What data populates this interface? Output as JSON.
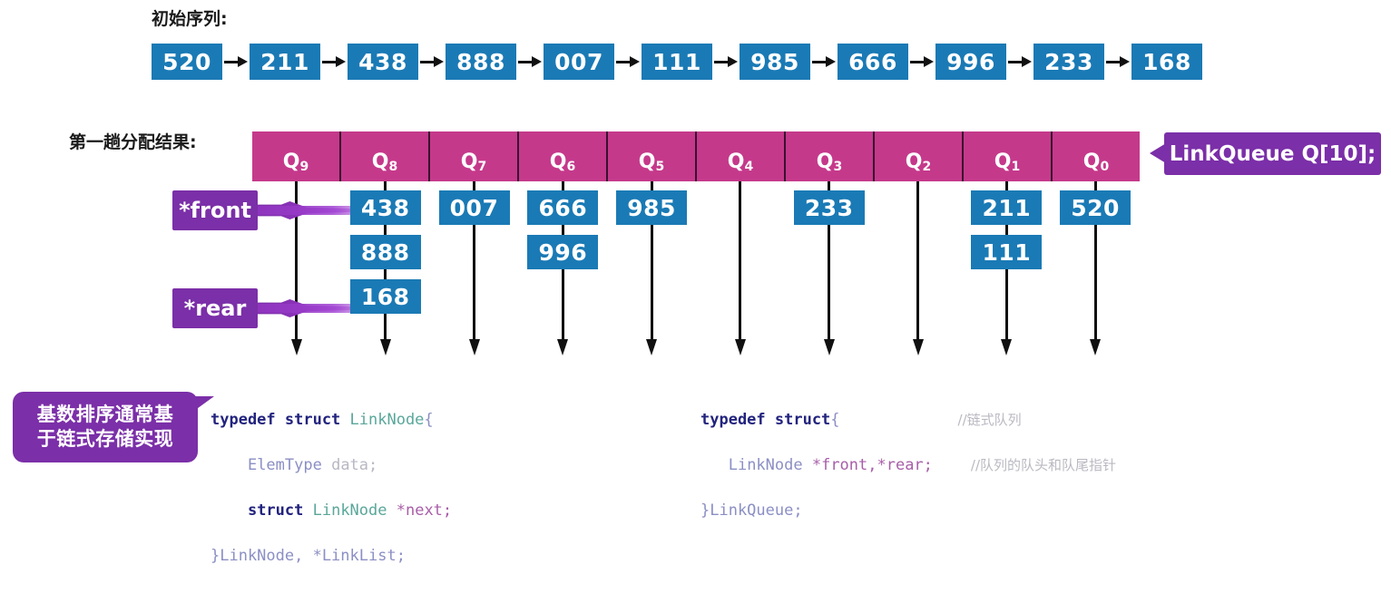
{
  "captions": {
    "initial_sequence": "初始序列:",
    "first_pass_result": "第一趟分配结果:"
  },
  "linked_list": {
    "nodes": [
      "520",
      "211",
      "438",
      "888",
      "007",
      "111",
      "985",
      "666",
      "996",
      "233",
      "168"
    ],
    "arrow_icon": "arrow-right-icon"
  },
  "queues": {
    "header_prefix": "Q",
    "columns": [
      {
        "label": "Q",
        "index": "9",
        "items": []
      },
      {
        "label": "Q",
        "index": "8",
        "items": [
          "438",
          "888",
          "168"
        ]
      },
      {
        "label": "Q",
        "index": "7",
        "items": [
          "007"
        ]
      },
      {
        "label": "Q",
        "index": "6",
        "items": [
          "666",
          "996"
        ]
      },
      {
        "label": "Q",
        "index": "5",
        "items": [
          "985"
        ]
      },
      {
        "label": "Q",
        "index": "4",
        "items": []
      },
      {
        "label": "Q",
        "index": "3",
        "items": [
          "233"
        ]
      },
      {
        "label": "Q",
        "index": "2",
        "items": []
      },
      {
        "label": "Q",
        "index": "1",
        "items": [
          "211",
          "111"
        ]
      },
      {
        "label": "Q",
        "index": "0",
        "items": [
          "520"
        ]
      }
    ]
  },
  "pointers": {
    "front": "*front",
    "rear": "*rear"
  },
  "callouts": {
    "link_queue_decl": "LinkQueue Q[10];",
    "radix_note_line1": "基数排序通常基",
    "radix_note_line2": "于链式存储实现"
  },
  "code_left": {
    "l1_kw": "typedef struct ",
    "l1_ty": "LinkNode",
    "l1_br": "{",
    "l2_ty": "ElemType ",
    "l2_id": "data;",
    "l3_kw": "struct ",
    "l3_ty": "LinkNode ",
    "l3_st": "*next;",
    "l4": "}LinkNode, *LinkList;"
  },
  "code_right": {
    "l1_kw": "typedef struct",
    "l1_br": "{",
    "l1_cm": "//链式队列",
    "l2_ty": "LinkNode ",
    "l2_st": "*front,*rear;",
    "l2_cm": "//队列的队头和队尾指针",
    "l3": "}LinkQueue;"
  },
  "colors": {
    "node_blue": "#1a7ab5",
    "queue_magenta": "#c5398b",
    "callout_purple": "#7b2fa8",
    "arrow_black": "#111111",
    "text_dark": "#1a1a1a"
  }
}
